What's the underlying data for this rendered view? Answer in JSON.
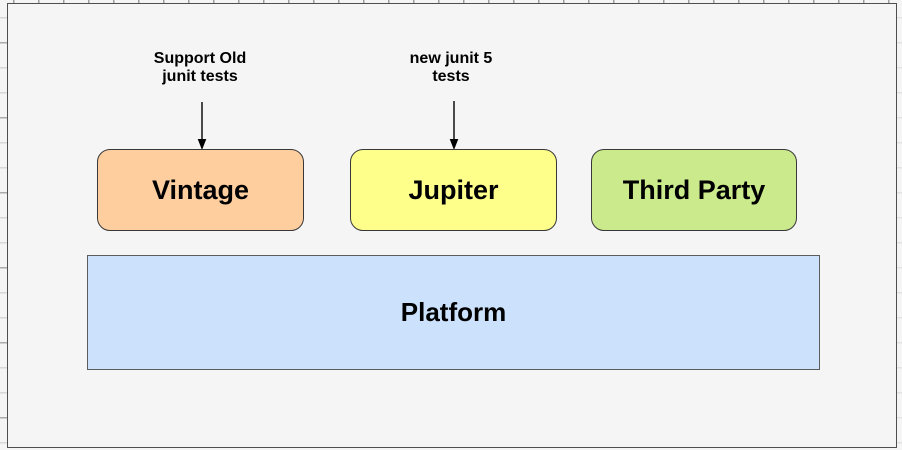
{
  "canvas": {
    "background": "#f5f5f5",
    "page_border_color": "#4f4f4f"
  },
  "diagram": {
    "boxes": [
      {
        "id": "vintage",
        "label": "Vintage",
        "fill": "#ffce9f",
        "border": "#383838"
      },
      {
        "id": "jupiter",
        "label": "Jupiter",
        "fill": "#feff8b",
        "border": "#383838"
      },
      {
        "id": "third-party",
        "label": "Third Party",
        "fill": "#cbea8b",
        "border": "#383838"
      },
      {
        "id": "platform",
        "label": "Platform",
        "fill": "#cce1fb",
        "border": "#5c5c5c"
      }
    ],
    "annotations": [
      {
        "id": "support-old",
        "lines": [
          "Support Old",
          "junit tests"
        ]
      },
      {
        "id": "new-junit5",
        "lines": [
          "new junit 5",
          "tests"
        ]
      }
    ],
    "arrow_color": "#000000"
  }
}
